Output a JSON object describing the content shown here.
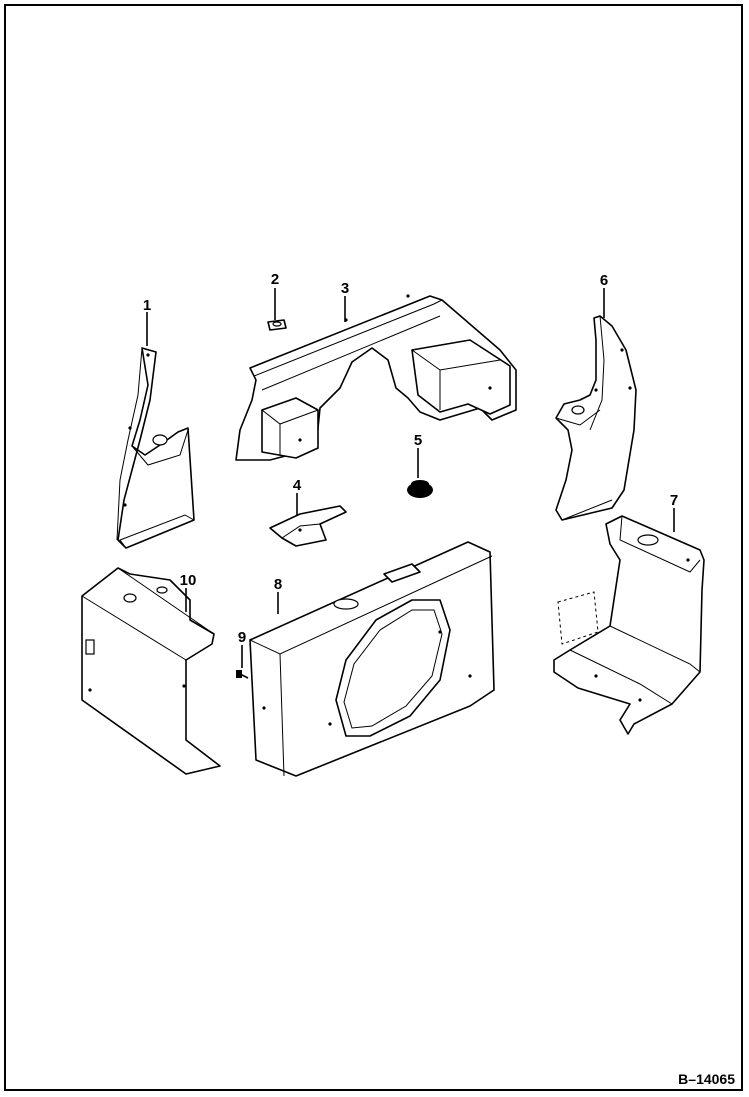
{
  "figure_id": "B–14065",
  "callouts": {
    "p1": "1",
    "p2": "2",
    "p3": "3",
    "p4": "4",
    "p5": "5",
    "p6": "6",
    "p7": "7",
    "p8": "8",
    "p9": "9",
    "p10": "10"
  }
}
